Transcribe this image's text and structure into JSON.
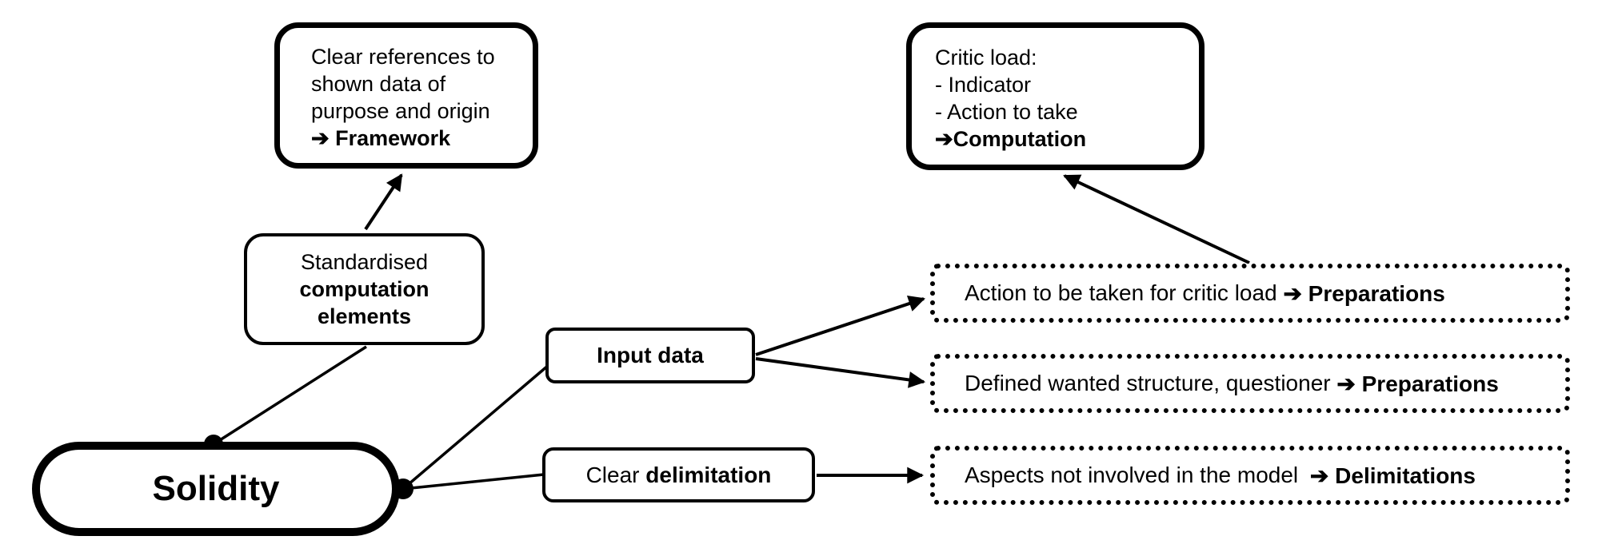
{
  "diagram": {
    "ink_color": "#000000",
    "background_color": "#ffffff",
    "nodes": {
      "framework": {
        "line1": "Clear references to",
        "line2": "shown data of",
        "line3": "purpose and origin",
        "tag": "➔ Framework"
      },
      "computation": {
        "line1": "Critic load:",
        "line2": "- Indicator",
        "line3": "- Action to take",
        "tag": "➔Computation"
      },
      "standardised": {
        "line1": "Standardised",
        "line2": "computation",
        "line3": "elements"
      },
      "solidity": {
        "label": "Solidity"
      },
      "input_data": {
        "label": "Input data"
      },
      "delimitation": {
        "pre": "Clear ",
        "bold": "delimitation"
      },
      "preparations_action": {
        "text": "Action to be taken for critic load ",
        "tag": "➔ Preparations"
      },
      "preparations_structure": {
        "text": "Defined wanted structure, questioner ",
        "tag": "➔ Preparations"
      },
      "delimitations_aspects": {
        "text": "Aspects not involved in the model ",
        "tag": "➔ Delimitations"
      }
    },
    "edges": [
      {
        "from": "solidity",
        "to": "standardised",
        "arrowhead": false
      },
      {
        "from": "standardised",
        "to": "framework",
        "arrowhead": true
      },
      {
        "from": "solidity",
        "to": "input_data",
        "arrowhead": false
      },
      {
        "from": "solidity",
        "to": "delimitation",
        "arrowhead": false
      },
      {
        "from": "input_data",
        "to": "preparations_action",
        "arrowhead": true
      },
      {
        "from": "input_data",
        "to": "preparations_structure",
        "arrowhead": true
      },
      {
        "from": "delimitation",
        "to": "delimitations_aspects",
        "arrowhead": true
      },
      {
        "from": "preparations_action",
        "to": "computation",
        "arrowhead": true
      }
    ]
  }
}
